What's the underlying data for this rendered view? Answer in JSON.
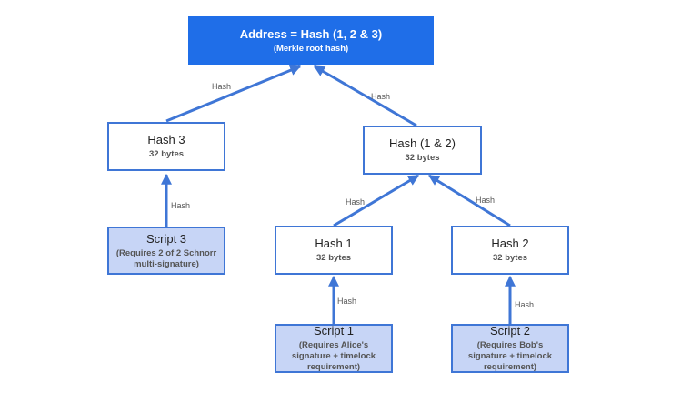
{
  "diagram": {
    "root": {
      "title": "Address = Hash (1, 2 & 3)",
      "subtitle": "(Merkle root hash)"
    },
    "hash3": {
      "title": "Hash 3",
      "subtitle": "32 bytes"
    },
    "hash12": {
      "title": "Hash (1 & 2)",
      "subtitle": "32 bytes"
    },
    "hash1": {
      "title": "Hash 1",
      "subtitle": "32 bytes"
    },
    "hash2": {
      "title": "Hash 2",
      "subtitle": "32 bytes"
    },
    "script3": {
      "title": "Script 3",
      "subtitle": "(Requires 2 of 2 Schnorr multi-signature)"
    },
    "script1": {
      "title": "Script 1",
      "subtitle": "(Requires Alice's signature + timelock requirement)"
    },
    "script2": {
      "title": "Script 2",
      "subtitle": "(Requires Bob's signature + timelock requirement)"
    },
    "edge_label": "Hash",
    "colors": {
      "accent": "#3f76d6",
      "root_fill": "#1f6ee8",
      "script_fill": "#c7d5f6"
    }
  }
}
